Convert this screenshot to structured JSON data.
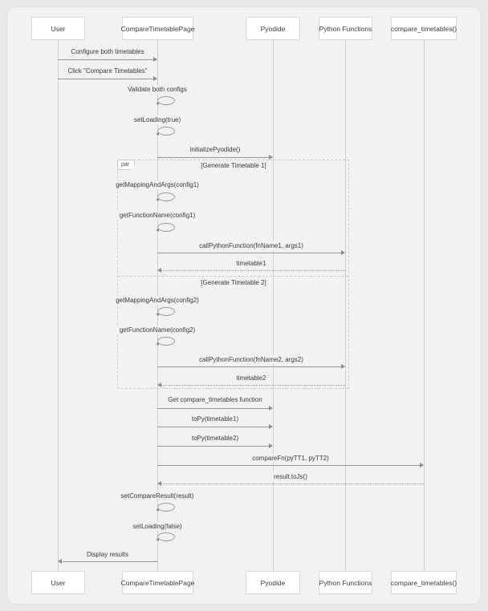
{
  "diagram": {
    "type": "sequence-diagram",
    "actors": [
      "User",
      "CompareTimetablePage",
      "Pyodide",
      "Python Functions",
      "compare_timetables()"
    ],
    "par_frame": {
      "operator": "par",
      "sections": [
        "[Generate Timetable 1]",
        "[Generate Timetable 2]"
      ]
    },
    "messages": [
      {
        "from": "User",
        "to": "CompareTimetablePage",
        "style": "solid",
        "label": "Configure both timetables"
      },
      {
        "from": "User",
        "to": "CompareTimetablePage",
        "style": "solid",
        "label": "Click \"Compare Timetables\""
      },
      {
        "from": "CompareTimetablePage",
        "to": "CompareTimetablePage",
        "style": "self",
        "label": "Validate both configs"
      },
      {
        "from": "CompareTimetablePage",
        "to": "CompareTimetablePage",
        "style": "self",
        "label": "setLoading(true)"
      },
      {
        "from": "CompareTimetablePage",
        "to": "Pyodide",
        "style": "solid",
        "label": "initializePyodide()"
      },
      {
        "from": "CompareTimetablePage",
        "to": "CompareTimetablePage",
        "style": "self",
        "label": "getMappingAndArgs(config1)"
      },
      {
        "from": "CompareTimetablePage",
        "to": "CompareTimetablePage",
        "style": "self",
        "label": "getFunctionName(config1)"
      },
      {
        "from": "CompareTimetablePage",
        "to": "Python Functions",
        "style": "solid",
        "label": "callPythonFunction(fnName1, args1)"
      },
      {
        "from": "Python Functions",
        "to": "CompareTimetablePage",
        "style": "dotted",
        "label": "timetable1"
      },
      {
        "from": "CompareTimetablePage",
        "to": "CompareTimetablePage",
        "style": "self",
        "label": "getMappingAndArgs(config2)"
      },
      {
        "from": "CompareTimetablePage",
        "to": "CompareTimetablePage",
        "style": "self",
        "label": "getFunctionName(config2)"
      },
      {
        "from": "CompareTimetablePage",
        "to": "Python Functions",
        "style": "solid",
        "label": "callPythonFunction(fnName2, args2)"
      },
      {
        "from": "Python Functions",
        "to": "CompareTimetablePage",
        "style": "dotted",
        "label": "timetable2"
      },
      {
        "from": "CompareTimetablePage",
        "to": "Pyodide",
        "style": "solid",
        "label": "Get compare_timetables function"
      },
      {
        "from": "CompareTimetablePage",
        "to": "Pyodide",
        "style": "solid",
        "label": "toPy(timetable1)"
      },
      {
        "from": "CompareTimetablePage",
        "to": "Pyodide",
        "style": "solid",
        "label": "toPy(timetable2)"
      },
      {
        "from": "CompareTimetablePage",
        "to": "compare_timetables()",
        "style": "solid",
        "label": "compareFn(pyTT1, pyTT2)"
      },
      {
        "from": "compare_timetables()",
        "to": "CompareTimetablePage",
        "style": "dotted",
        "label": "result.toJs()"
      },
      {
        "from": "CompareTimetablePage",
        "to": "CompareTimetablePage",
        "style": "self",
        "label": "setCompareResult(result)"
      },
      {
        "from": "CompareTimetablePage",
        "to": "CompareTimetablePage",
        "style": "self",
        "label": "setLoading(false)"
      },
      {
        "from": "CompareTimetablePage",
        "to": "User",
        "style": "solid",
        "label": "Display results"
      }
    ],
    "colors": {
      "page_background": "#eae9e7",
      "canvas": "#f3f2f0",
      "actor_fill": "#ffffff",
      "line": "#8f8f8f",
      "text": "#3a3a3a"
    }
  }
}
